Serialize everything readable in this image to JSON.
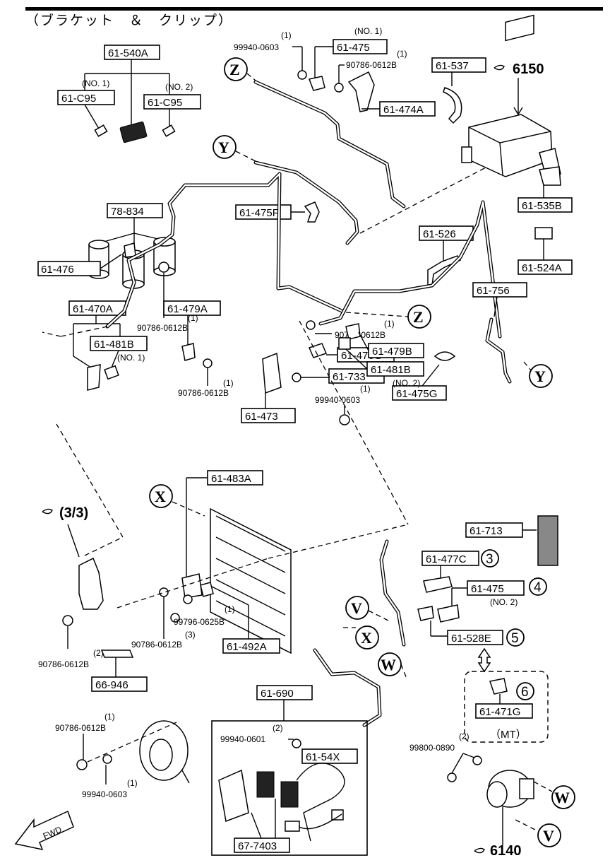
{
  "header": {
    "title": "（ブラケット　＆　クリップ）"
  },
  "assemblies": {
    "heater_unit": "6150",
    "blower_unit": "6140",
    "ref_sheet": "(3/3)"
  },
  "part_boxes": {
    "p61_540A": "61-540A",
    "p61_C95_a": "61-C95",
    "p61_C95_b": "61-C95",
    "p61_475_top": "61-475",
    "p61_474A": "61-474A",
    "p61_537": "61-537",
    "p61_535B": "61-535B",
    "p61_475F": "61-475F",
    "p78_834": "78-834",
    "p61_526": "61-526",
    "p61_524A": "61-524A",
    "p61_470A": "61-470A",
    "p61_481B_a": "61-481B",
    "p61_479A": "61-479A",
    "p61_476": "61-476",
    "p61_476G": "61-476G",
    "p61_733": "61-733",
    "p61_473": "61-473",
    "p61_475G": "61-475G",
    "p61_479B": "61-479B",
    "p61_481B_b": "61-481B",
    "p61_756": "61-756",
    "p61_483A": "61-483A",
    "p61_713": "61-713",
    "p61_477C": "61-477C",
    "p61_475_mid": "61-475",
    "p61_528E": "61-528E",
    "p61_471G": "61-471G",
    "p61_492A": "61-492A",
    "p66_946": "66-946",
    "p61_690": "61-690",
    "p61_54X": "61-54X",
    "p67_7403": "67-7403"
  },
  "labels": {
    "no1": "(NO. 1)",
    "no2": "(NO. 2)",
    "q1": "(1)",
    "q2": "(2)",
    "q3": "(3)",
    "b99940_0603": "99940-0603",
    "b99940_0601": "99940-0601",
    "b90786_0612B": "90786-0612B",
    "b99796_0625B": "99796-0625B",
    "b99800_0890": "99800-0890",
    "mt": "（MT）",
    "fwd": "FWD"
  },
  "callouts": {
    "c3": "3",
    "c4": "4",
    "c5": "5",
    "c6": "6"
  },
  "connectors": {
    "z": "Z",
    "y": "Y",
    "x": "X",
    "w": "W",
    "v": "V"
  }
}
